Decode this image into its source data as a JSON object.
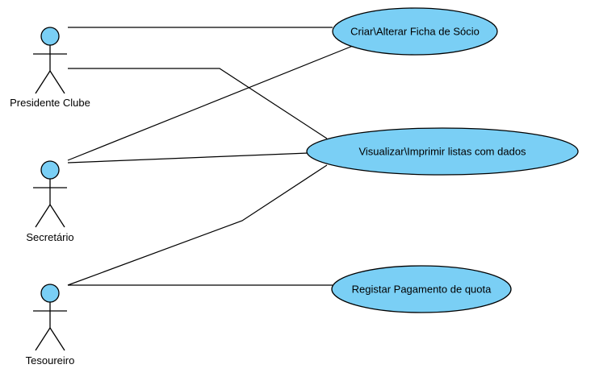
{
  "actors": [
    {
      "id": "presidente",
      "name": "Presidente Clube"
    },
    {
      "id": "secretario",
      "name": "Secretário"
    },
    {
      "id": "tesoureiro",
      "name": "Tesoureiro"
    }
  ],
  "use_cases": [
    {
      "id": "ficha",
      "name": "Criar\\Alterar Ficha de Sócio"
    },
    {
      "id": "listas",
      "name": "Visualizar\\Imprimir listas com dados"
    },
    {
      "id": "quota",
      "name": "Registar Pagamento de quota"
    }
  ],
  "colors": {
    "fill": "#7acff5",
    "stroke": "#000000"
  }
}
